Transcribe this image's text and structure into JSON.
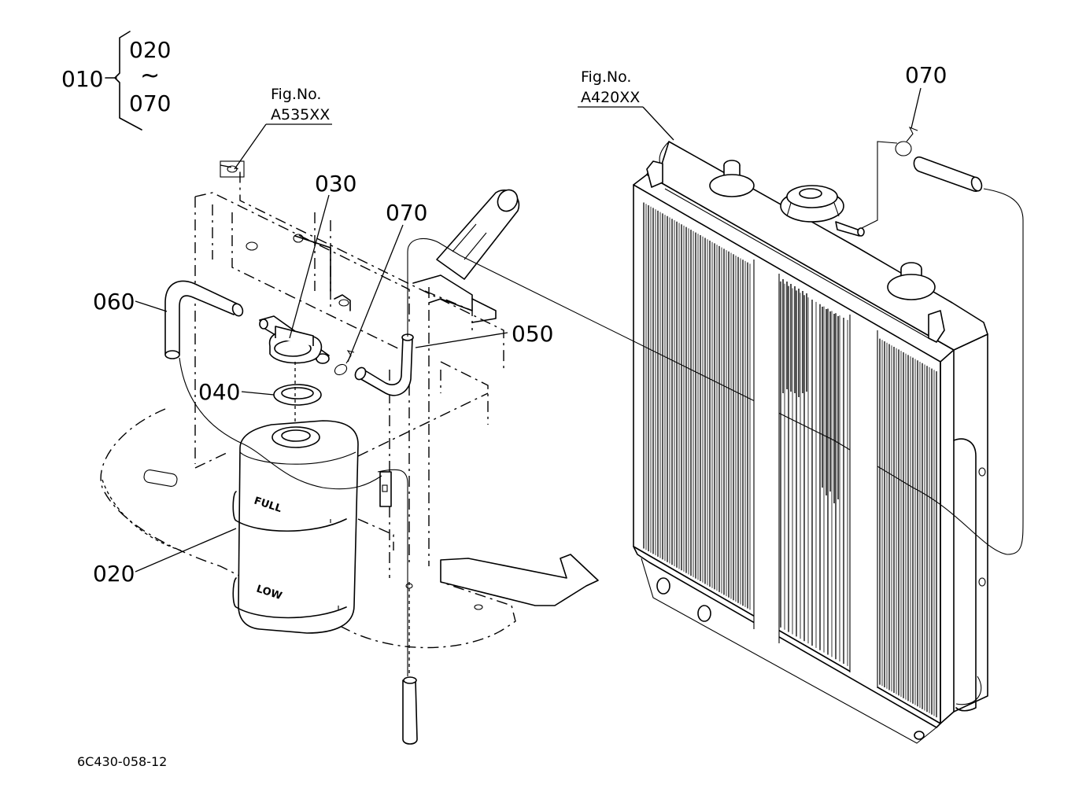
{
  "callouts": {
    "assembly": "010",
    "range_start": "020",
    "range_sep": "~",
    "range_end": "070",
    "tank": "020",
    "cap": "030",
    "gasket": "040",
    "overflow_hose": "050",
    "tank_hose": "060",
    "clip_left": "070",
    "clip_right": "070"
  },
  "figure_refs": {
    "left": {
      "label": "Fig.No.",
      "number": "A535XX"
    },
    "right": {
      "label": "Fig.No.",
      "number": "A420XX"
    }
  },
  "tank_marks": {
    "full": "FULL",
    "low": "LOW"
  },
  "document_id": "6C430-058-12"
}
